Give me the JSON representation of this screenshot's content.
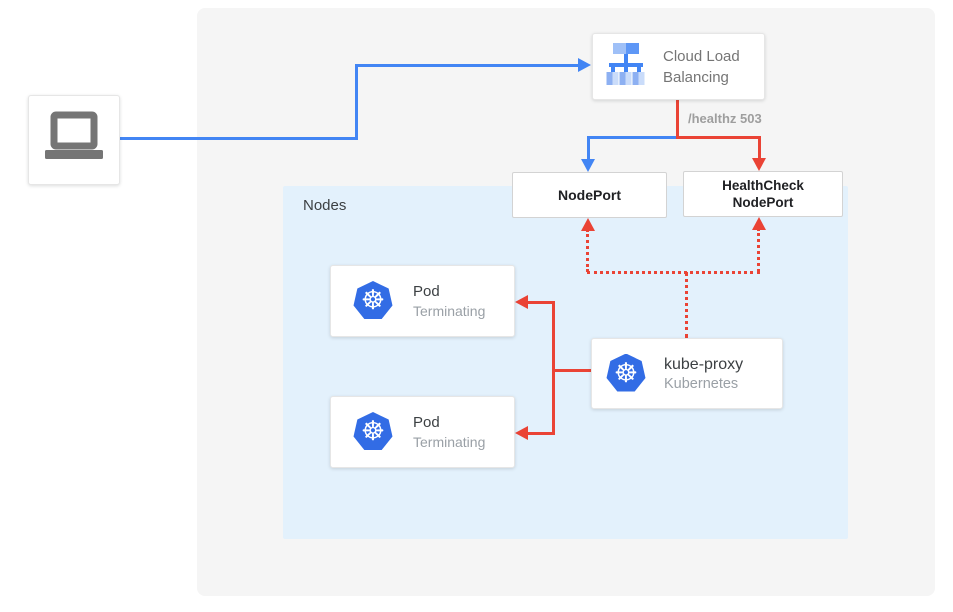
{
  "colors": {
    "flow_blue": "#4285f4",
    "flow_red": "#ea4335",
    "kubernetes_blue": "#326ce5",
    "panel_gray": "#f5f5f5",
    "nodes_background": "#e3f1fc",
    "muted_text": "#9aa0a6",
    "dark_text": "#202124"
  },
  "diagram": {
    "nodes_container_label": "Nodes",
    "cloud_load_balancing": {
      "label_line1": "Cloud Load",
      "label_line2": "Balancing"
    },
    "healthz_badge": "/healthz 503",
    "nodeport_label": "NodePort",
    "healthcheck_nodeport": {
      "label_line1": "HealthCheck",
      "label_line2": "NodePort"
    },
    "pods": [
      {
        "title": "Pod",
        "status": "Terminating"
      },
      {
        "title": "Pod",
        "status": "Terminating"
      }
    ],
    "kube_proxy": {
      "title": "kube-proxy",
      "subtitle": "Kubernetes"
    },
    "icons": {
      "client": "laptop-icon",
      "load_balancer": "cloud-load-balancing-icon",
      "pod": "kubernetes-helm-icon",
      "wheel_glyph": "☸"
    }
  }
}
